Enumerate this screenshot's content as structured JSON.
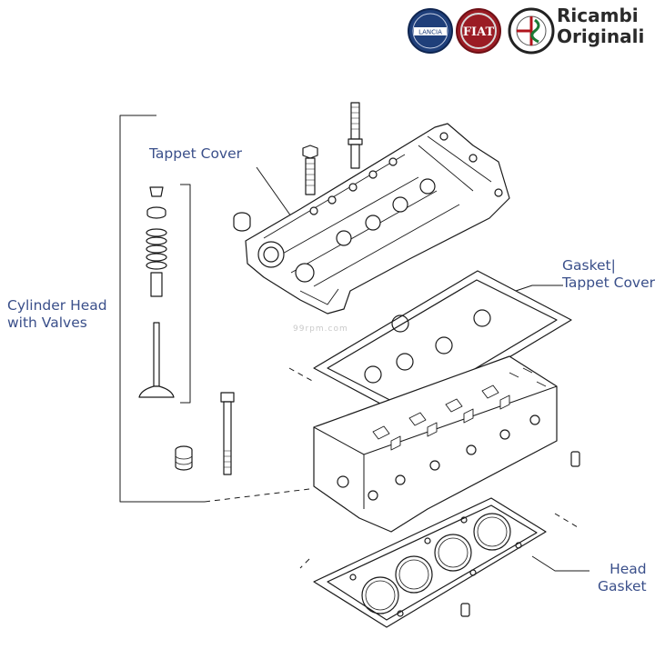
{
  "header": {
    "brand_line1": "Ricambi",
    "brand_line2": "Originali",
    "logo_names": [
      "lancia-logo",
      "fiat-logo",
      "alfa-romeo-logo"
    ],
    "logo_colors": {
      "lancia": "#1f3f7a",
      "fiat": "#9b1c24",
      "alfa_red": "#b0141c",
      "alfa_green": "#1b7a35"
    }
  },
  "watermark": "99rpm.com",
  "labels": {
    "tappet_cover": "Tappet Cover",
    "gasket_line1": "Gasket|",
    "gasket_line2": "Tappet Cover",
    "cylinder_line1": "Cylinder Head",
    "cylinder_line2": "with Valves",
    "head_gasket_line1": "Head",
    "head_gasket_line2": "Gasket"
  },
  "colors": {
    "label_text": "#3a4f8a",
    "line_art": "#1a1a1a"
  }
}
